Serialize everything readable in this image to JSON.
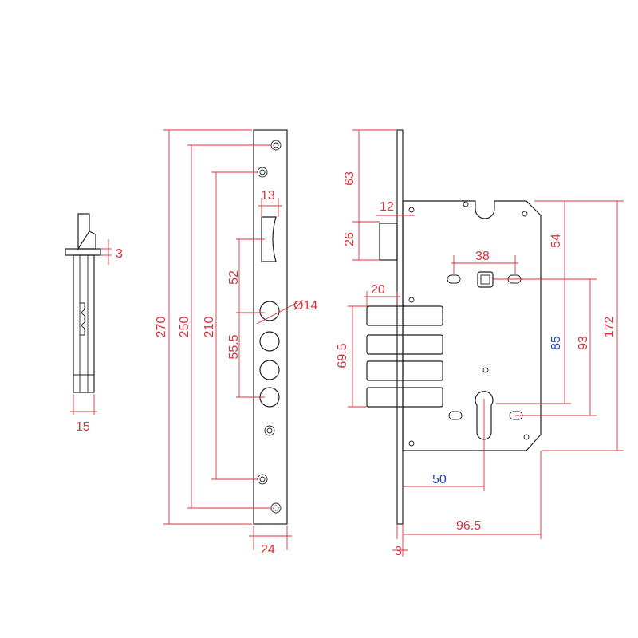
{
  "colors": {
    "part_stroke": "#222222",
    "dimension_red": "#e0303a",
    "dimension_blue": "#1f3fbf",
    "background": "#ffffff"
  },
  "dimensions": {
    "side_view": {
      "bolt_step": "3",
      "width": "15"
    },
    "faceplate": {
      "overall_length": "270",
      "screw_spacing_outer": "250",
      "screw_spacing_inner": "210",
      "latch_window_width": "13",
      "latch_to_bolt": "52",
      "bolt_diameter": "Ø14",
      "bolt_span": "55.5",
      "width": "24"
    },
    "lock_body": {
      "top_to_case": "63",
      "latch_offset": "12",
      "latch_height": "26",
      "spindle_to_fixing": "38",
      "bolt_throw": "20",
      "bolt_stack": "69.5",
      "spindle_to_top": "54",
      "centre_distance": "85",
      "fixing_to_fixing": "93",
      "case_height": "172",
      "backset": "50",
      "case_depth": "96.5",
      "faceplate_thickness": "3"
    }
  }
}
